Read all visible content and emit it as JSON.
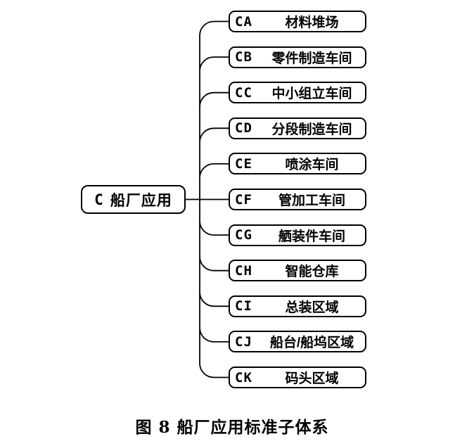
{
  "diagram": {
    "root": {
      "code": "C",
      "name": "船厂应用"
    },
    "children": [
      {
        "code": "CA",
        "name": "材料堆场"
      },
      {
        "code": "CB",
        "name": "零件制造车间"
      },
      {
        "code": "CC",
        "name": "中小组立车间"
      },
      {
        "code": "CD",
        "name": "分段制造车间"
      },
      {
        "code": "CE",
        "name": "喷涂车间"
      },
      {
        "code": "CF",
        "name": "管加工车间"
      },
      {
        "code": "CG",
        "name": "舾装件车间"
      },
      {
        "code": "CH",
        "name": "智能仓库"
      },
      {
        "code": "CI",
        "name": "总装区域"
      },
      {
        "code": "CJ",
        "name": "船台/船坞区域"
      },
      {
        "code": "CK",
        "name": "码头区域"
      }
    ]
  },
  "caption": "图 8 船厂应用标准子体系",
  "colors": {
    "line": "#000000",
    "border": "#000000",
    "background": "#ffffff",
    "text": "#000000"
  }
}
